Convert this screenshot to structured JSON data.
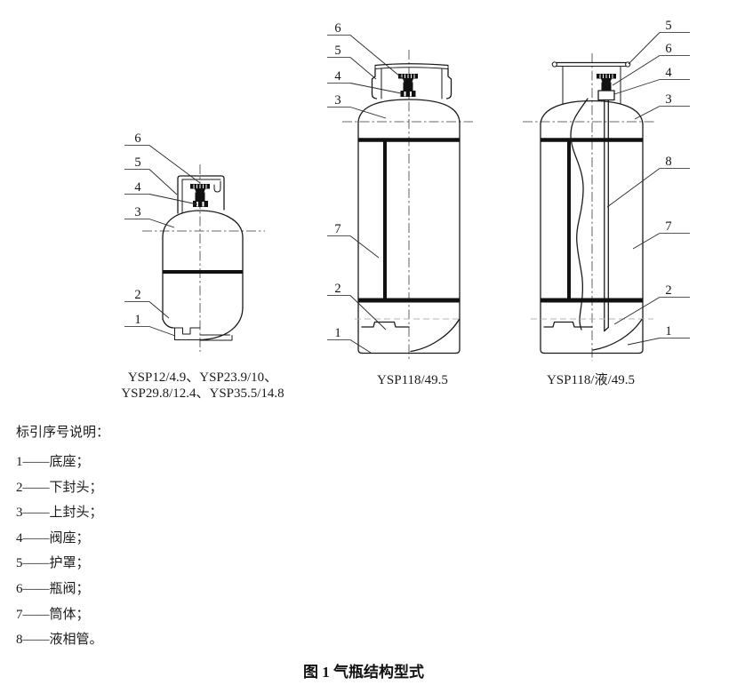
{
  "page": {
    "background": "#ffffff",
    "ink_color": "#1a1a1a",
    "faint_line_color": "#b5b5b5"
  },
  "figure": {
    "title": "图 1  气瓶结构型式"
  },
  "drawings": [
    {
      "id": "small-cylinder",
      "caption": [
        "YSP12/4.9、YSP23.9/10、",
        "YSP29.8/12.4、YSP35.5/14.8"
      ],
      "callouts": [
        "6",
        "5",
        "4",
        "3",
        "2",
        "1"
      ]
    },
    {
      "id": "ysp118-cylinder",
      "caption": [
        "YSP118/49.5"
      ],
      "callouts": [
        "6",
        "5",
        "4",
        "3",
        "7",
        "2",
        "1"
      ]
    },
    {
      "id": "ysp118-liquid-cylinder",
      "caption": [
        "YSP118/液/49.5"
      ],
      "callouts": [
        "5",
        "6",
        "4",
        "3",
        "8",
        "7",
        "2",
        "1"
      ]
    }
  ],
  "legend": {
    "heading": "标引序号说明：",
    "items": [
      "1——底座；",
      "2——下封头；",
      "3——上封头；",
      "4——阀座；",
      "5——护罩；",
      "6——瓶阀；",
      "7——筒体；",
      "8——液相管。"
    ]
  }
}
